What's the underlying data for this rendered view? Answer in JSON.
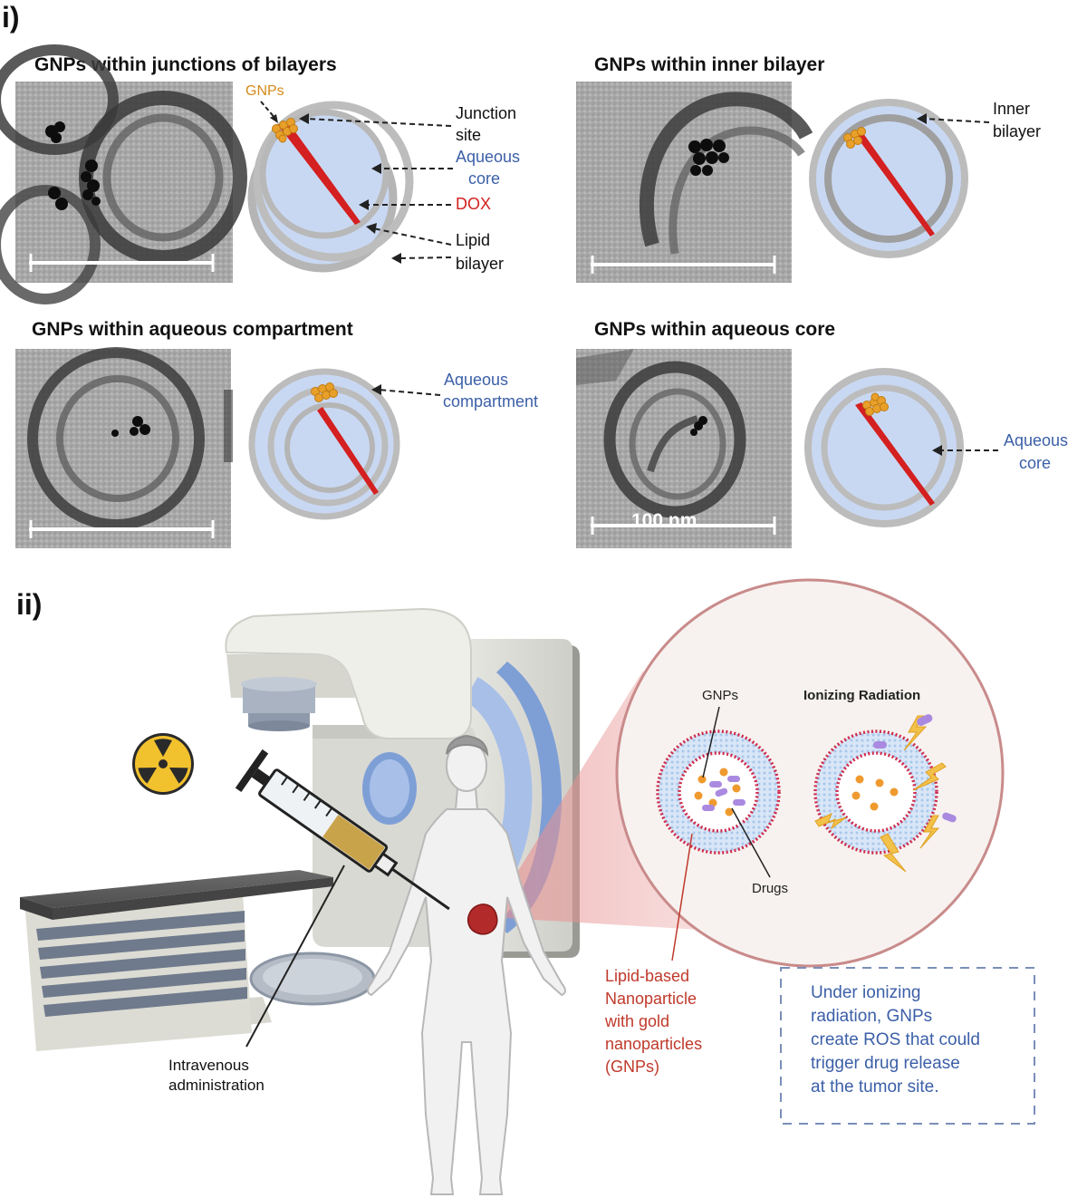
{
  "part_i": {
    "label": "i)",
    "panels": [
      {
        "title": "GNPs within junctions of bilayers",
        "labels": {
          "gnps": "GNPs",
          "junction": [
            "Junction",
            "site"
          ],
          "core": [
            "Aqueous",
            "core"
          ],
          "dox": "DOX",
          "lipid": [
            "Lipid",
            "bilayer"
          ]
        }
      },
      {
        "title": "GNPs within inner bilayer",
        "labels": {
          "inner": [
            "Inner",
            "bilayer"
          ]
        }
      },
      {
        "title": "GNPs within aqueous compartment",
        "labels": {
          "compartment": [
            "Aqueous",
            "compartment"
          ]
        }
      },
      {
        "title": "GNPs within aqueous core",
        "labels": {
          "core": [
            "Aqueous",
            "core"
          ]
        },
        "scalebar": "100 nm"
      }
    ]
  },
  "part_ii": {
    "label": "ii)",
    "inset": {
      "gnps": "GNPs",
      "drugs": "Drugs",
      "radiation": "Ionizing Radiation"
    },
    "iv_label": [
      "Intravenous",
      "administration"
    ],
    "lnp_label": [
      "Lipid-based",
      "Nanoparticle",
      "with gold",
      "nanoparticles",
      "(GNPs)"
    ],
    "note": [
      "Under ionizing",
      "radiation, GNPs",
      "create ROS that could",
      "trigger drug release",
      "at the tumor site."
    ]
  },
  "colors": {
    "gnp": "#e8a02a",
    "dox": "#d42020",
    "core": "#c9d8f2",
    "bilayer": "#b9b9b9",
    "blue_text": "#3b5fa8",
    "red_text": "#c0392b",
    "title": "#111111"
  }
}
